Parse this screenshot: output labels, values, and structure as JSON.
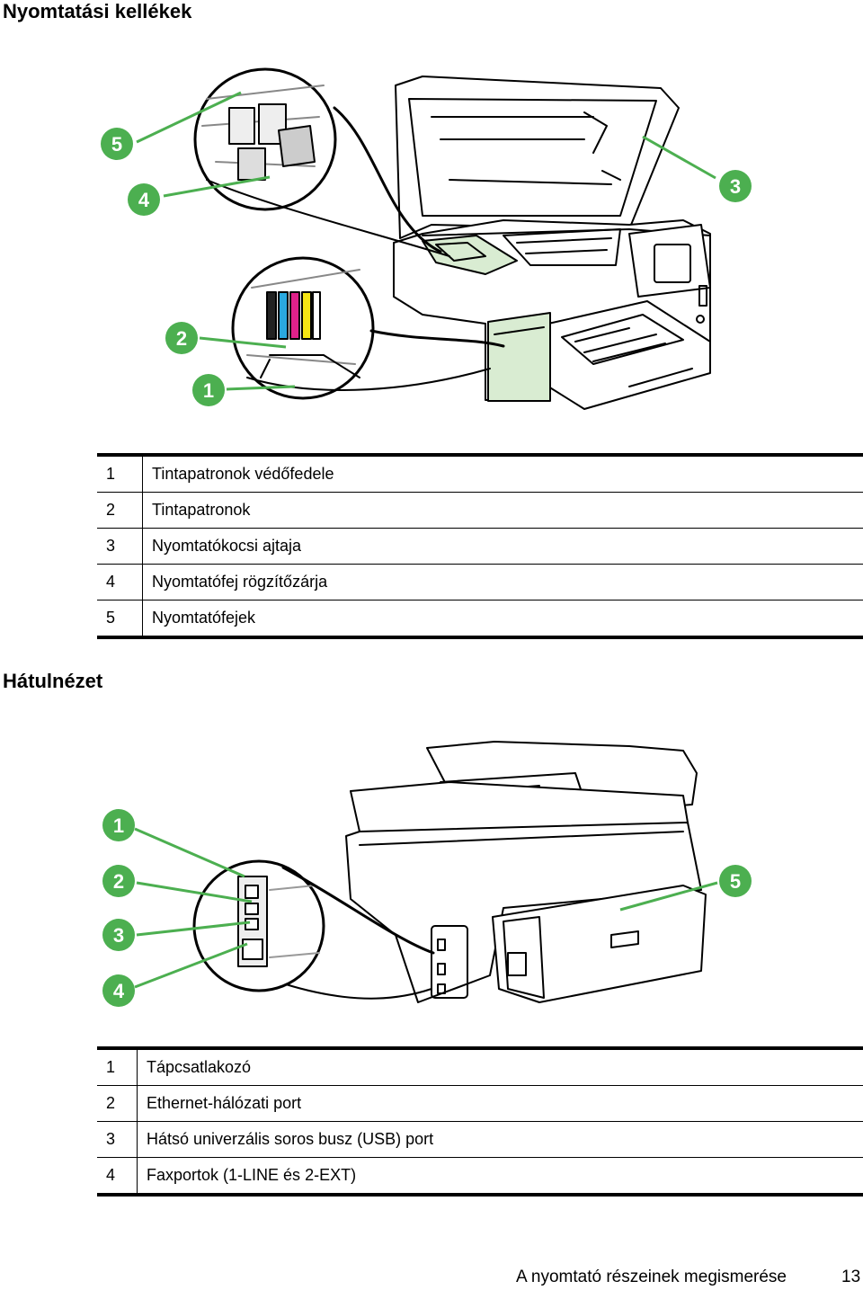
{
  "section1": {
    "title": "Nyomtatási kellékek",
    "callouts": [
      "5",
      "4",
      "3",
      "2",
      "1"
    ],
    "rows": [
      {
        "num": "1",
        "label": "Tintapatronok védőfedele"
      },
      {
        "num": "2",
        "label": "Tintapatronok"
      },
      {
        "num": "3",
        "label": "Nyomtatókocsi ajtaja"
      },
      {
        "num": "4",
        "label": "Nyomtatófej rögzítőzárja"
      },
      {
        "num": "5",
        "label": "Nyomtatófejek"
      }
    ]
  },
  "section2": {
    "title": "Hátulnézet",
    "callouts": [
      "1",
      "2",
      "3",
      "4",
      "5"
    ],
    "rows": [
      {
        "num": "1",
        "label": "Tápcsatlakozó"
      },
      {
        "num": "2",
        "label": "Ethernet-hálózati port"
      },
      {
        "num": "3",
        "label": "Hátsó univerzális soros busz (USB) port"
      },
      {
        "num": "4",
        "label": "Faxportok (1-LINE és 2-EXT)"
      }
    ]
  },
  "footer": {
    "title": "A nyomtató részeinek megismerése",
    "page": "13"
  },
  "colors": {
    "callout_green": "#4caf50",
    "highlight_green": "#d9ecd2",
    "line": "#000000"
  }
}
